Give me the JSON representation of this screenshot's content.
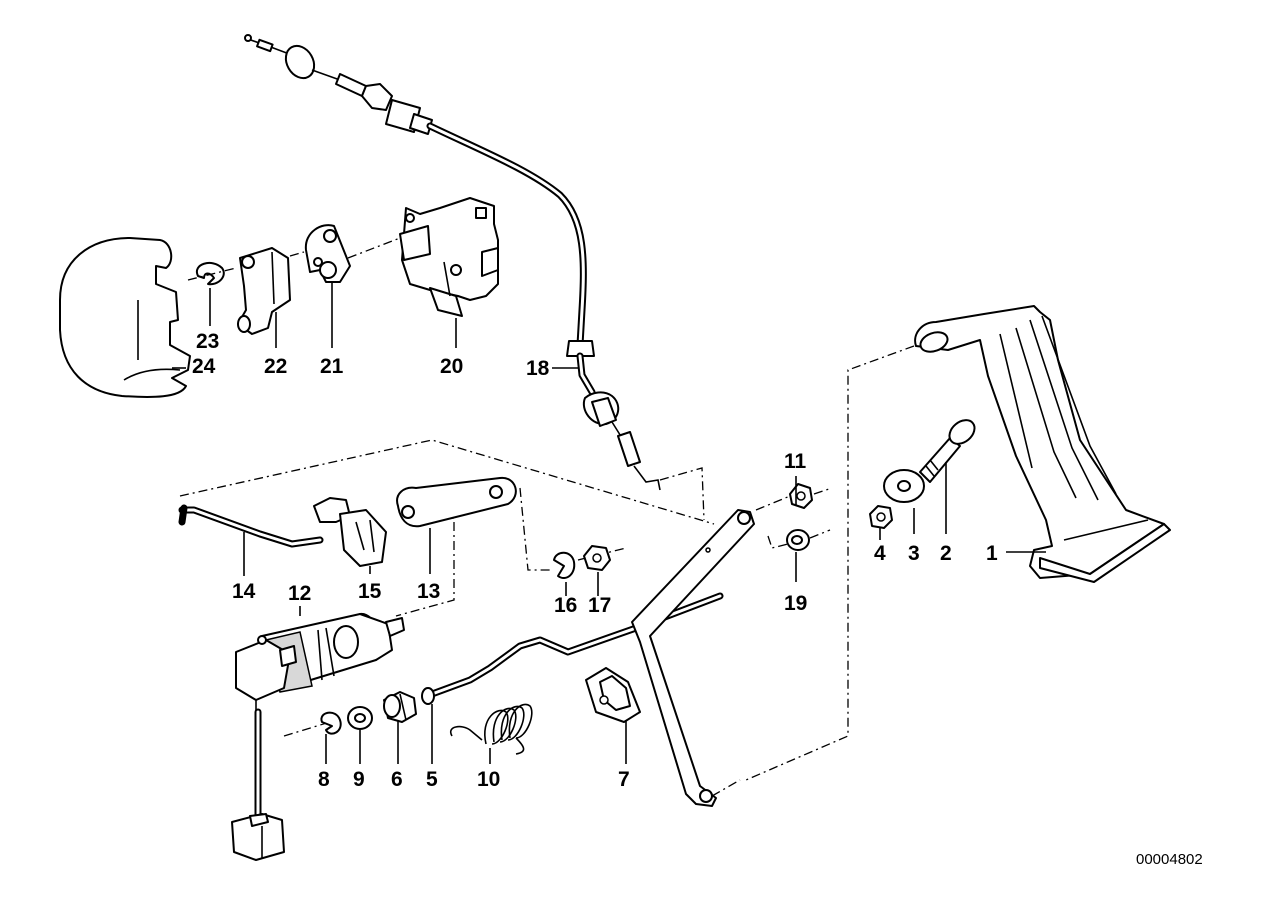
{
  "parts": [
    {
      "number": "1"
    },
    {
      "number": "2"
    },
    {
      "number": "3"
    },
    {
      "number": "4"
    },
    {
      "number": "5"
    },
    {
      "number": "6"
    },
    {
      "number": "7"
    },
    {
      "number": "8"
    },
    {
      "number": "9"
    },
    {
      "number": "10"
    },
    {
      "number": "11"
    },
    {
      "number": "12"
    },
    {
      "number": "13"
    },
    {
      "number": "14"
    },
    {
      "number": "15"
    },
    {
      "number": "16"
    },
    {
      "number": "17"
    },
    {
      "number": "18"
    },
    {
      "number": "19"
    },
    {
      "number": "20"
    },
    {
      "number": "21"
    },
    {
      "number": "22"
    },
    {
      "number": "23"
    },
    {
      "number": "24"
    }
  ],
  "diagram_ref": "00004802"
}
